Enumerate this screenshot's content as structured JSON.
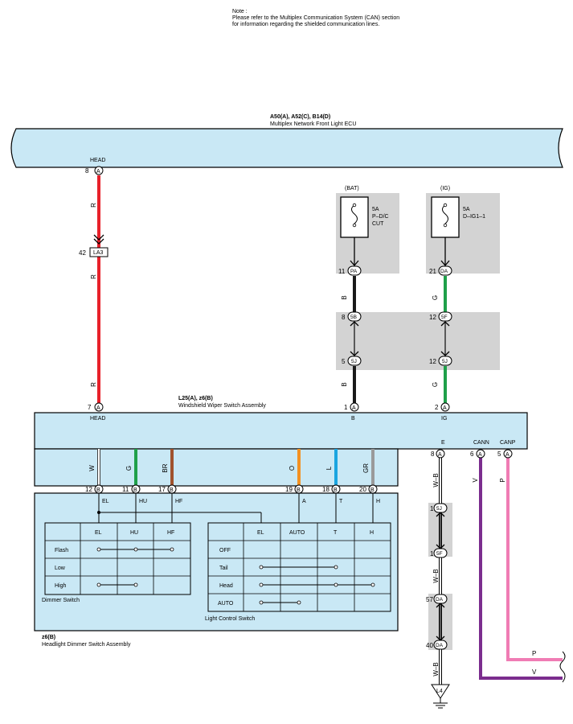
{
  "note": {
    "title": "Note :",
    "line1": "Please refer to the Multiplex Communication System (CAN) section",
    "line2": "for information regarding the shielded communication lines."
  },
  "ecu": {
    "code": "A50(A), A52(C), B14(D)",
    "name": "Multiplex Network Front Light ECU",
    "head_label": "HEAD",
    "head_pin": "8",
    "head_conn": "A"
  },
  "head_wire": {
    "color_upper": "R",
    "color_middle": "R",
    "color_lower": "R",
    "junction_pin": "42",
    "junction_conn": "LA3"
  },
  "bat_fuse": {
    "source": "(BAT)",
    "amp": "5A",
    "name_line1": "P–D/C",
    "name_line2": "CUT",
    "out_pin": "11",
    "out_conn": "PA",
    "wire_color_upper": "B",
    "j1_pin": "8",
    "j1_conn": "5B",
    "j2_pin": "5",
    "j2_conn": "5J",
    "wire_color_lower": "B",
    "sw_pin": "1",
    "sw_conn": "A"
  },
  "ig_fuse": {
    "source": "(IG)",
    "amp": "5A",
    "name_line1": "D–IG1–1",
    "out_pin": "21",
    "out_conn": "DA",
    "wire_color_upper": "G",
    "j1_pin": "12",
    "j1_conn": "5F",
    "j2_pin": "12",
    "j2_conn": "5J",
    "wire_color_lower": "G",
    "sw_pin": "2",
    "sw_conn": "A"
  },
  "switch_assembly": {
    "code": "L25(A), z6(B)",
    "name": "Windshield Wiper Switch Assembly",
    "head_pin": "7",
    "head_conn": "A",
    "head_label": "HEAD",
    "b_label": "B",
    "ig_label": "IG",
    "e_label": "E",
    "cann_label": "CANN",
    "canp_label": "CANP",
    "e_pin": "8",
    "e_conn": "A",
    "cann_pin": "6",
    "cann_conn": "A",
    "canp_pin": "5",
    "canp_conn": "A"
  },
  "inner_wires": [
    {
      "color_code": "W",
      "pin": "12",
      "conn": "B",
      "label": "EL",
      "hex": "#ffffff"
    },
    {
      "color_code": "G",
      "pin": "11",
      "conn": "B",
      "label": "HU",
      "hex": "#1fa04a"
    },
    {
      "color_code": "BR",
      "pin": "17",
      "conn": "B",
      "label": "HF",
      "hex": "#a0522d"
    },
    {
      "color_code": "O",
      "pin": "19",
      "conn": "B",
      "label": "A",
      "hex": "#f39121"
    },
    {
      "color_code": "L",
      "pin": "18",
      "conn": "B",
      "label": "T",
      "hex": "#1aa5e0"
    },
    {
      "color_code": "GR",
      "pin": "20",
      "conn": "B",
      "label": "H",
      "hex": "#9a9a9a"
    }
  ],
  "dimmer_table": {
    "caption": "Dimmer Switch",
    "headers": [
      "",
      "EL",
      "HU",
      "HF"
    ],
    "rows": [
      "Flash",
      "Low",
      "High"
    ]
  },
  "light_table": {
    "caption": "Light Control Switch",
    "headers": [
      "",
      "EL",
      "AUTO",
      "T",
      "H"
    ],
    "rows": [
      "OFF",
      "Tail",
      "Head",
      "AUTO"
    ]
  },
  "headlight_assembly": {
    "code": "z6(B)",
    "name": "Headlight Dimmer Switch Assembly"
  },
  "ground_wire": {
    "color_1": "W–B",
    "color_2": "W–B",
    "color_3": "W–B",
    "j1_pin": "1",
    "j1_conn": "5J",
    "j2_pin": "1",
    "j2_conn": "5F",
    "j3_pin": "57",
    "j3_conn": "DA",
    "j4_pin": "40",
    "j4_conn": "DA",
    "ground_label": "L4"
  },
  "can_wires": {
    "cann_color": "V",
    "canp_color": "P",
    "cann_color_end": "V",
    "canp_color_end": "P"
  },
  "colors": {
    "module_fill": "#c9e8f5",
    "junction_fill": "#d3d3d3",
    "red": "#e8202a",
    "black": "#1a1a1a",
    "green": "#1fa04a",
    "violet": "#7b2d8e",
    "pink": "#f07cb4"
  }
}
